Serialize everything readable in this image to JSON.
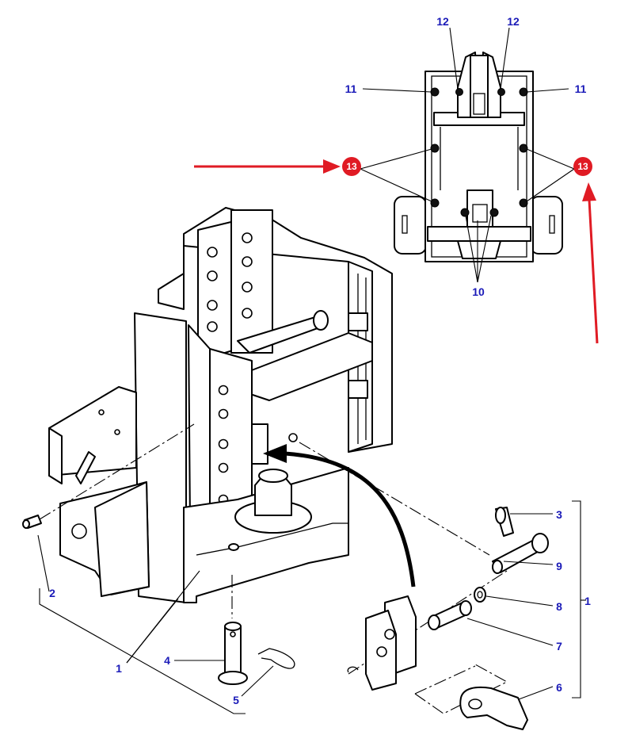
{
  "callouts": {
    "c1_left": "1",
    "c1_right": "1",
    "c2": "2",
    "c3": "3",
    "c4": "4",
    "c5": "5",
    "c6": "6",
    "c7": "7",
    "c8": "8",
    "c9": "9",
    "c10": "10",
    "c11_left": "11",
    "c11_right": "11",
    "c12_left": "12",
    "c12_right": "12",
    "c13_left": "13",
    "c13_right": "13"
  },
  "colors": {
    "callout_text": "#1a1ab8",
    "arrow": "#e01b24",
    "badge": "#e01b24"
  }
}
